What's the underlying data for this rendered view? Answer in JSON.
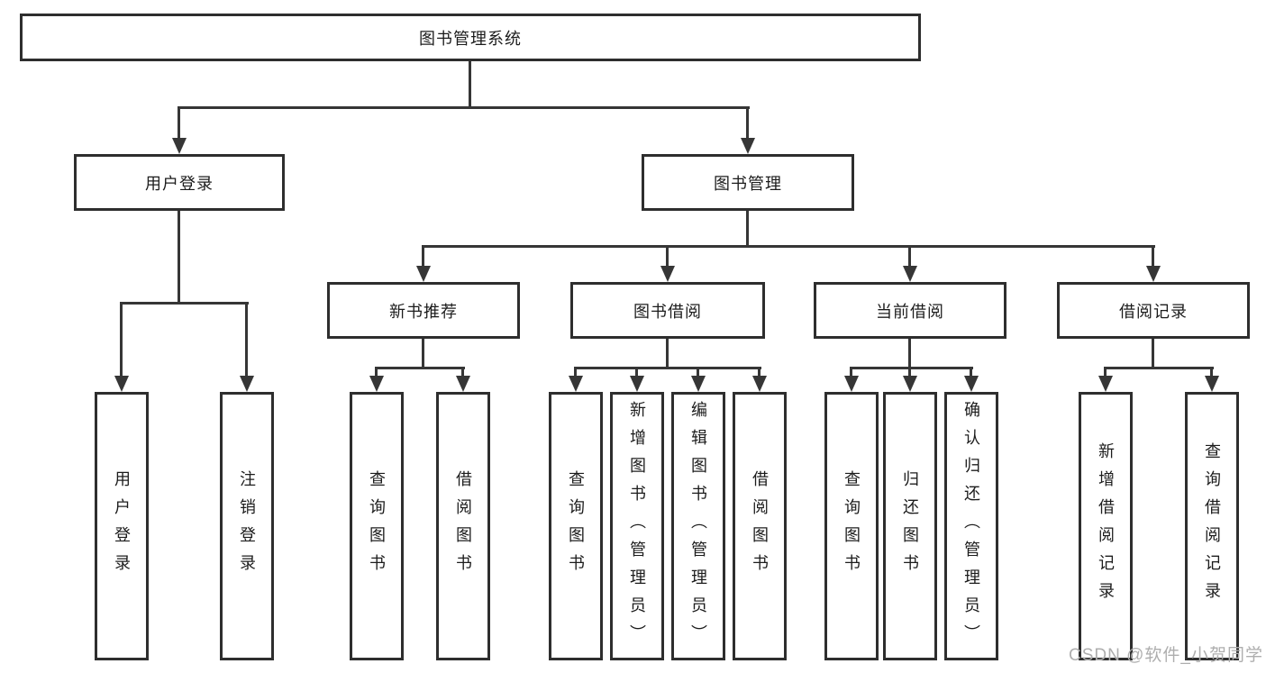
{
  "colors": {
    "background": "#ffffff",
    "line": "#363636",
    "box_border": "#2e2e2e",
    "text": "#1c1c1c",
    "watermark": "#aeaeae"
  },
  "watermark": {
    "text": "CSDN @软件_小贺同学"
  },
  "tree": {
    "root": {
      "label": "图书管理系统",
      "children": [
        {
          "label": "用户登录",
          "children": [
            {
              "label": "用户登录"
            },
            {
              "label": "注销登录"
            }
          ]
        },
        {
          "label": "图书管理",
          "children": [
            {
              "label": "新书推荐",
              "children": [
                {
                  "label": "查询图书"
                },
                {
                  "label": "借阅图书"
                }
              ]
            },
            {
              "label": "图书借阅",
              "children": [
                {
                  "label": "查询图书"
                },
                {
                  "label": "新增图书（管理员）"
                },
                {
                  "label": "编辑图书（管理员）"
                },
                {
                  "label": "借阅图书"
                }
              ]
            },
            {
              "label": "当前借阅",
              "children": [
                {
                  "label": "查询图书"
                },
                {
                  "label": "归还图书"
                },
                {
                  "label": "确认归还（管理员）"
                }
              ]
            },
            {
              "label": "借阅记录",
              "children": [
                {
                  "label": "新增借阅记录"
                },
                {
                  "label": "查询借阅记录"
                }
              ]
            }
          ]
        }
      ]
    }
  }
}
